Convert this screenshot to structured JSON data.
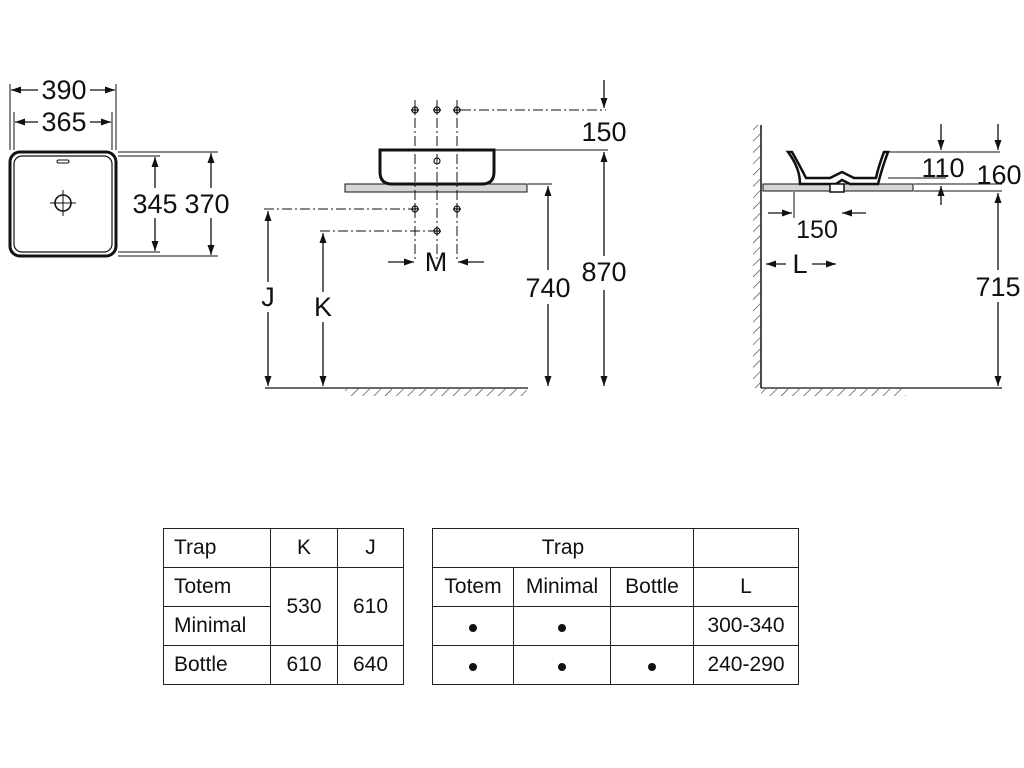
{
  "top_view": {
    "outer_width": "390",
    "inner_width": "365",
    "inner_depth": "345",
    "outer_depth": "370"
  },
  "front_view": {
    "tap_offset": "150",
    "height_total": "870",
    "counter_height": "740",
    "label_j": "J",
    "label_k": "K",
    "label_m": "M"
  },
  "side_view": {
    "bowl_height": "110",
    "tap_height": "160",
    "drain_offset": "150",
    "label_l": "L",
    "counter_height": "715"
  },
  "table_kj": {
    "headers": [
      "Trap",
      "K",
      "J"
    ],
    "rows": [
      {
        "trap": "Totem"
      },
      {
        "trap": "Minimal"
      },
      {
        "trap": "Bottle",
        "k": "610",
        "j": "640"
      }
    ],
    "merged_k": "530",
    "merged_j": "610"
  },
  "table_l": {
    "trap_header": "Trap",
    "col_headers": [
      "Totem",
      "Minimal",
      "Bottle",
      "L"
    ],
    "rows": [
      {
        "totem": true,
        "minimal": true,
        "bottle": false,
        "l": "300-340"
      },
      {
        "totem": true,
        "minimal": true,
        "bottle": true,
        "l": "240-290"
      }
    ]
  }
}
